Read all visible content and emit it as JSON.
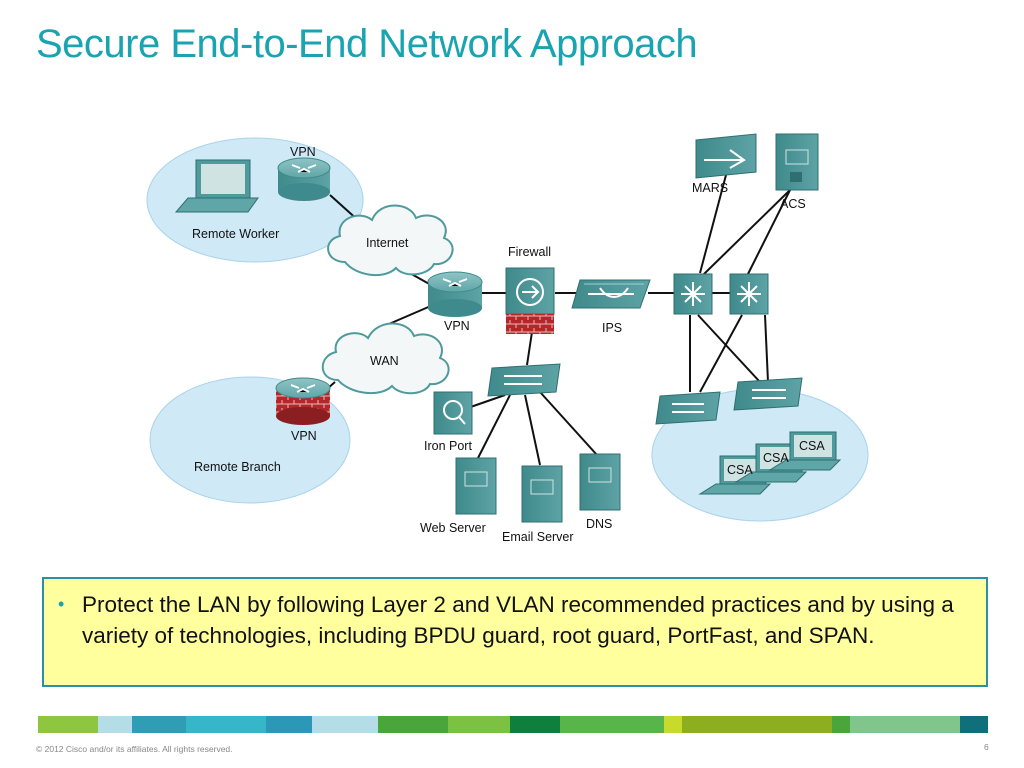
{
  "slide": {
    "title": "Secure End-to-End Network Approach",
    "bullet": "Protect the LAN by following Layer 2 and VLAN recommended practices and by using a variety of technologies, including BPDU guard, root guard, PortFast, and SPAN.",
    "copyright": "© 2012 Cisco and/or its affiliates. All rights reserved.",
    "page_number": "6"
  },
  "diagram": {
    "labels": {
      "vpn_top": "VPN",
      "remote_worker": "Remote Worker",
      "internet": "Internet",
      "firewall": "Firewall",
      "vpn_center": "VPN",
      "wan": "WAN",
      "ips": "IPS",
      "mars": "MARS",
      "acs": "ACS",
      "vpn_branch": "VPN",
      "remote_branch": "Remote Branch",
      "iron_port": "Iron Port",
      "web_server": "Web Server",
      "email_server": "Email Server",
      "dns": "DNS",
      "csa_1": "CSA",
      "csa_2": "CSA",
      "csa_3": "CSA"
    }
  },
  "colors": {
    "title": "#1aa3b0",
    "zone_fill": "#cfe9f7",
    "device": "#4f9a9c",
    "firewall_brick": "#b3262a",
    "note_fill": "#ffff9e",
    "note_border": "#2a8fa8"
  },
  "footer_bar_colors": [
    "#8ec63f",
    "#b4dde8",
    "#2f9db4",
    "#35b6c9",
    "#2b98b8",
    "#b4dde8",
    "#4aa63b",
    "#7dc142",
    "#0f7f3d",
    "#57b54a",
    "#c8da2b",
    "#8cae1f",
    "#8cae1f",
    "#4aa63b",
    "#7fc58c",
    "#0f6f7a"
  ]
}
